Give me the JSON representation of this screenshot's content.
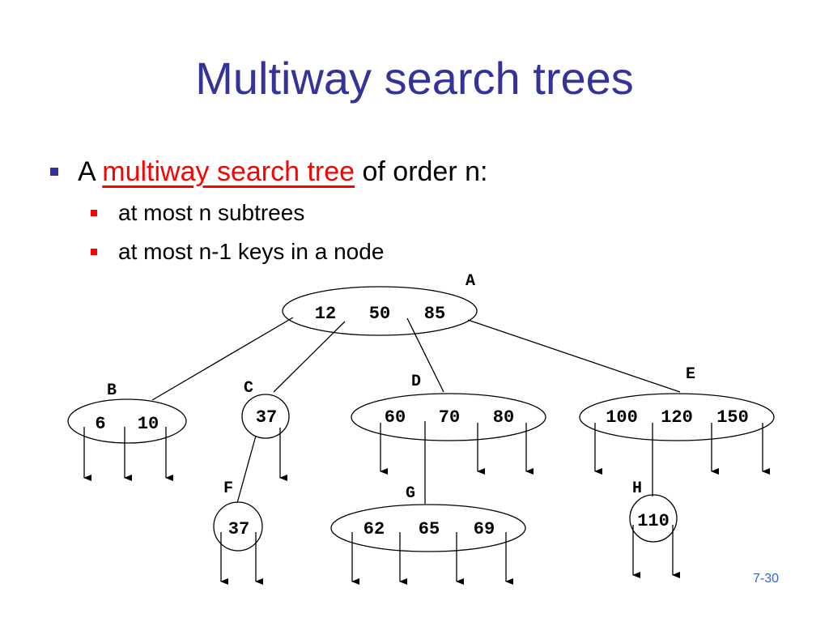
{
  "slide": {
    "title": "Multiway search trees",
    "bullet1": {
      "prefix": "A ",
      "term": "multiway search tree",
      "suffix": " of order n:"
    },
    "sub_bullets": [
      "at most n subtrees",
      "at most n-1 keys in a node"
    ],
    "page_number": "7-30"
  },
  "tree": {
    "nodes": [
      {
        "label": "A",
        "keys": [
          "12",
          "50",
          "85"
        ]
      },
      {
        "label": "B",
        "keys": [
          "6",
          "10"
        ]
      },
      {
        "label": "C",
        "keys": [
          "37"
        ]
      },
      {
        "label": "D",
        "keys": [
          "60",
          "70",
          "80"
        ]
      },
      {
        "label": "E",
        "keys": [
          "100",
          "120",
          "150"
        ]
      },
      {
        "label": "F",
        "keys": [
          "37"
        ]
      },
      {
        "label": "G",
        "keys": [
          "62",
          "65",
          "69"
        ]
      },
      {
        "label": "H",
        "keys": [
          "110"
        ]
      }
    ]
  },
  "colors": {
    "title": "#333399",
    "bullet1": "#333399",
    "bullet2": "#ff0000",
    "term": "#ff0000",
    "page_number": "#3366cc"
  }
}
